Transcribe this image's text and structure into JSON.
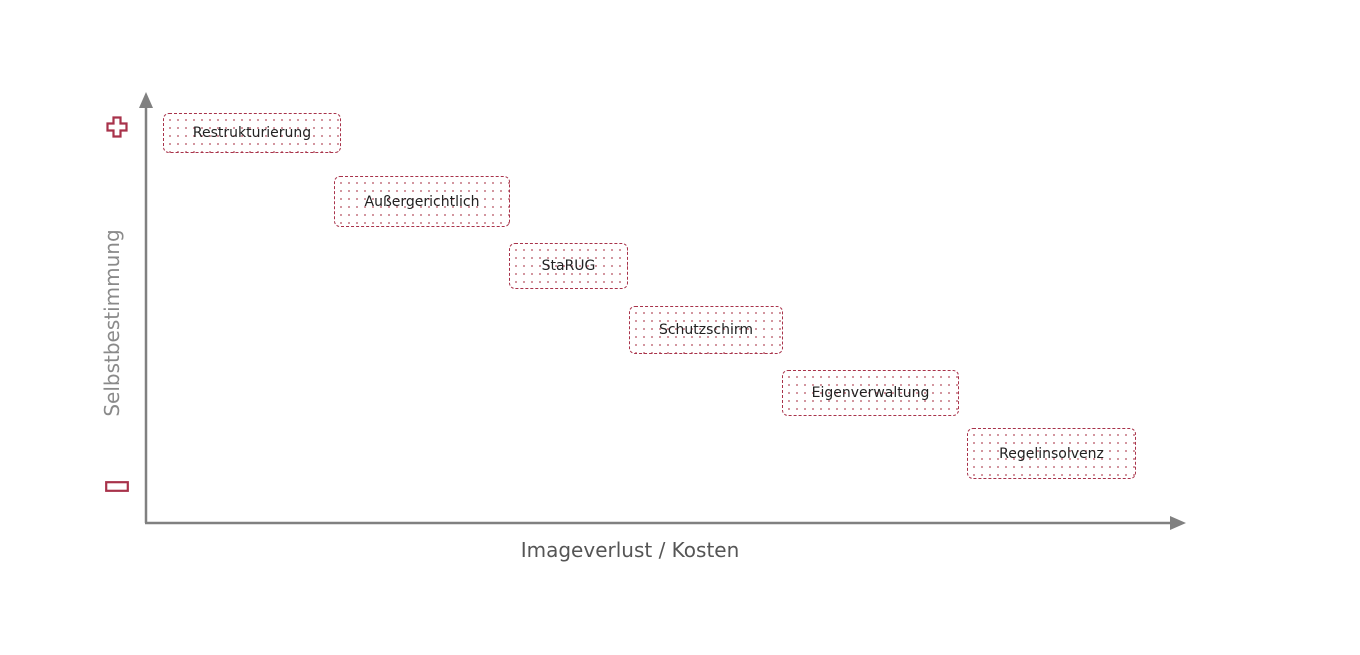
{
  "diagram": {
    "x_axis_label": "Imageverlust / Kosten",
    "y_axis_label": "Selbstbestimmung",
    "y_top_symbol": "plus-icon",
    "y_bottom_symbol": "minus-icon",
    "accent_color": "#a8324a",
    "axis_color": "#808080",
    "steps": [
      {
        "label": "Restrukturierung"
      },
      {
        "label": "Außergerichtlich"
      },
      {
        "label": "StaRUG"
      },
      {
        "label": "Schutzschirm"
      },
      {
        "label": "Eigenverwaltung"
      },
      {
        "label": "Regelinsolvenz"
      }
    ]
  }
}
